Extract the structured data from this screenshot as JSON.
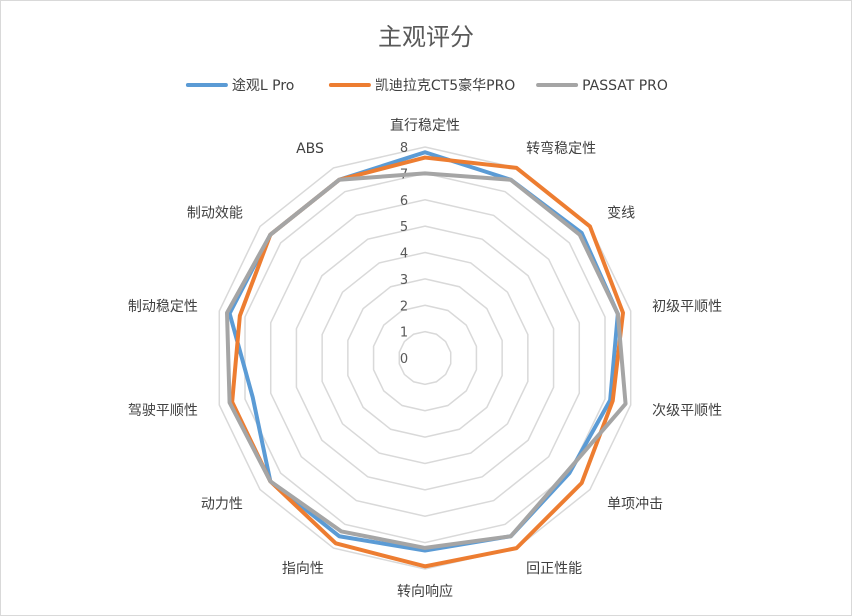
{
  "chart_data": {
    "type": "radar",
    "title": "主观评分",
    "legend_position": "top",
    "grid": true,
    "rlim": [
      0,
      8
    ],
    "ticks": [
      0,
      1,
      2,
      3,
      4,
      5,
      6,
      7,
      8
    ],
    "categories": [
      "直行稳定性",
      "转弯稳定性",
      "变线",
      "初级平顺性",
      "次级平顺性",
      "单项冲击",
      "回正性能",
      "转向响应",
      "指向性",
      "动力性",
      "驾驶平顺性",
      "制动稳定性",
      "制动效能",
      "ABS"
    ],
    "series": [
      {
        "name": "途观L Pro",
        "color": "#5B9BD5",
        "values": [
          7.8,
          7.5,
          7.6,
          7.5,
          7.2,
          7.0,
          7.5,
          7.3,
          7.5,
          7.5,
          6.7,
          7.6,
          7.5,
          7.5
        ]
      },
      {
        "name": "凯迪拉克CT5豪华PRO",
        "color": "#ED7D31",
        "values": [
          7.6,
          8.0,
          8.0,
          7.7,
          7.3,
          7.6,
          8.0,
          7.9,
          7.8,
          7.5,
          7.5,
          7.2,
          7.5,
          7.5
        ]
      },
      {
        "name": "PASSAT PRO",
        "color": "#A5A5A5",
        "values": [
          7.0,
          7.5,
          7.5,
          7.5,
          7.8,
          6.9,
          7.5,
          7.2,
          7.3,
          7.5,
          7.6,
          7.7,
          7.5,
          7.5
        ]
      }
    ]
  }
}
